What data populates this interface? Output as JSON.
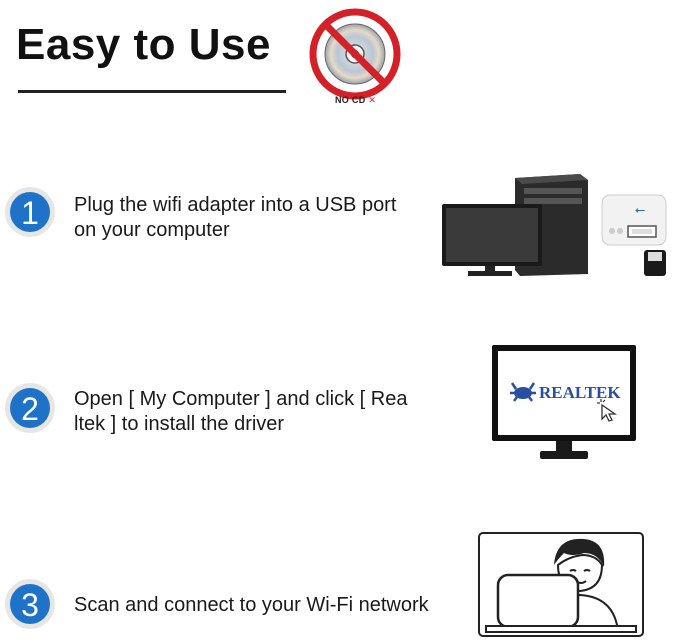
{
  "title": "Easy to Use",
  "no_cd_label": "NO CD",
  "no_cd_mark": "✕",
  "steps": [
    {
      "number": "1",
      "text_line1": "Plug the wifi adapter into a USB port",
      "text_line2": "on your computer"
    },
    {
      "number": "2",
      "text_line1": "Open [ My Computer ] and click [ Rea",
      "text_line2": "ltek ] to install the driver"
    },
    {
      "number": "3",
      "text_line1": "Scan and connect to your Wi-Fi network",
      "text_line2": ""
    }
  ],
  "realtek_logo_text": "REALTEK",
  "colors": {
    "badge_blue": "#1e73c8",
    "no_cd_red": "#d42027",
    "title": "#111111"
  },
  "icons": [
    "no-cd-icon",
    "desktop-pc-icon",
    "usb-adapter-icon",
    "monitor-realtek-icon",
    "cursor-icon",
    "person-laptop-icon"
  ]
}
